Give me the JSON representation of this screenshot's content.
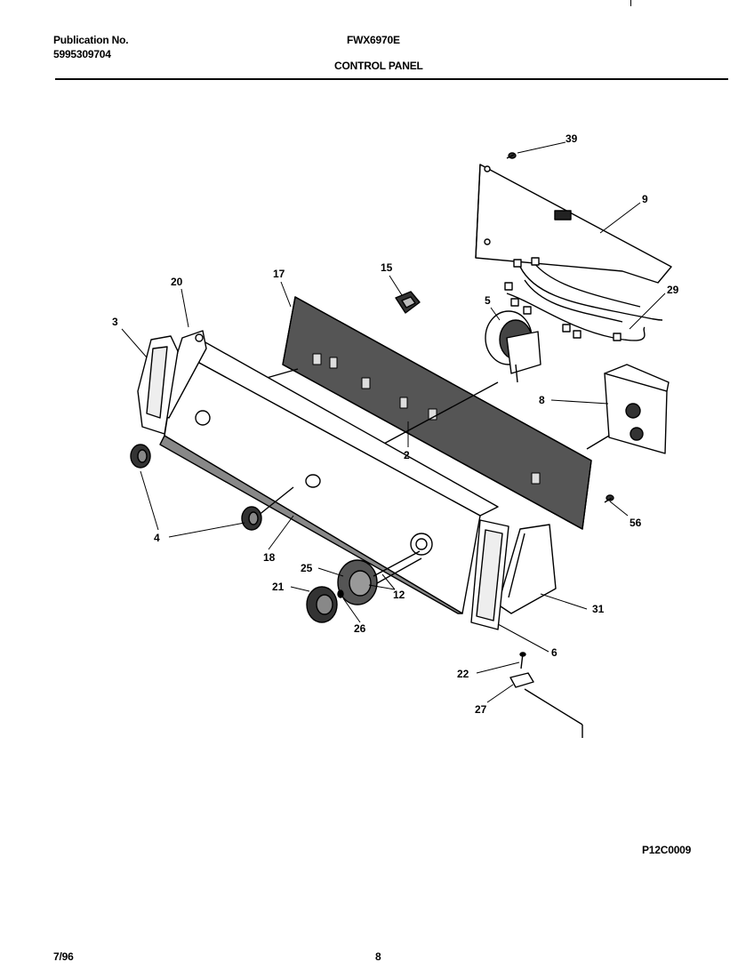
{
  "header": {
    "publication_label": "Publication No.",
    "publication_number": "5995309704",
    "model": "FWX6970E",
    "section": "CONTROL PANEL"
  },
  "footer": {
    "date": "7/96",
    "page": "8",
    "diagram_code": "P12C0009"
  },
  "callouts": {
    "c39": "39",
    "c9": "9",
    "c29": "29",
    "c15": "15",
    "c17": "17",
    "c20": "20",
    "c3": "3",
    "c5": "5",
    "c8": "8",
    "c2": "2",
    "c56": "56",
    "c4": "4",
    "c18": "18",
    "c25": "25",
    "c21": "21",
    "c12": "12",
    "c26": "26",
    "c31": "31",
    "c6": "6",
    "c22": "22",
    "c27": "27"
  }
}
